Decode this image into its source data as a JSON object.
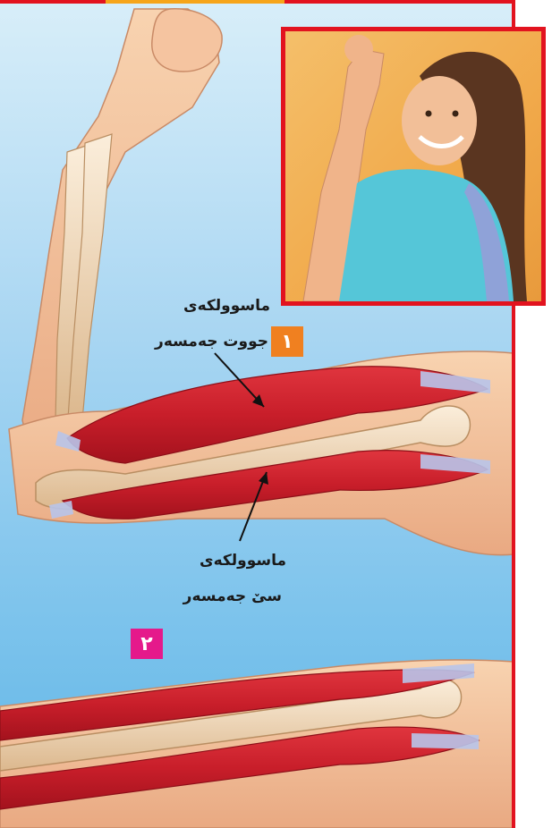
{
  "labels": {
    "muscle_upper_line1": "ماسوولکەی",
    "muscle_upper_line2": "جووت جەمسەر",
    "muscle_lower_line1": "ماسوولکەی",
    "muscle_lower_line2": "سێ جەمسەر"
  },
  "badges": {
    "step_1": "١",
    "step_2": "٢"
  },
  "colors": {
    "border": "#e2131f",
    "badge_1": "#f08020",
    "badge_2": "#e5198b",
    "muscle": "#c81e2a",
    "bone": "#f1d9b5",
    "skin": "#f6c7a0"
  }
}
